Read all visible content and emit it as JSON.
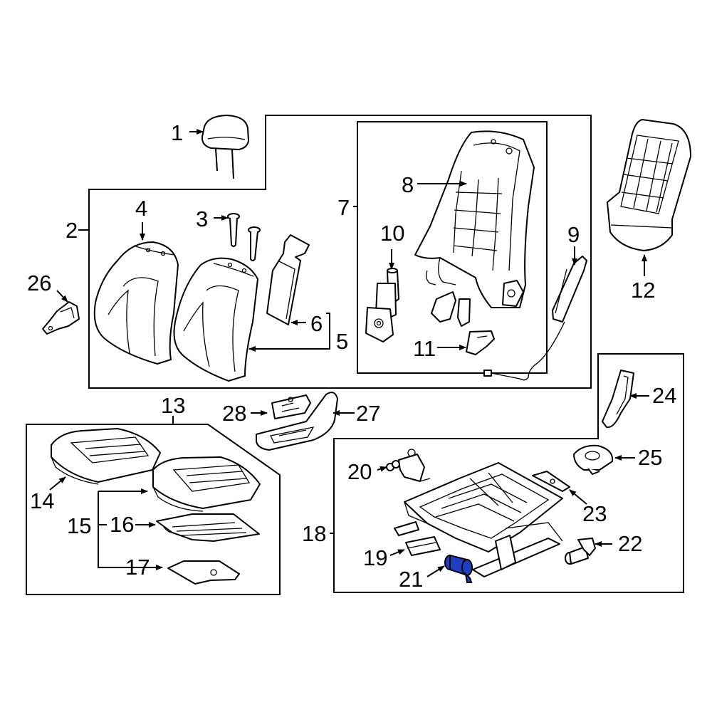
{
  "colors": {
    "line": "#000000",
    "background": "#ffffff",
    "highlight": "#1f3fc4"
  },
  "callouts": {
    "c1": "1",
    "c2": "2",
    "c3": "3",
    "c4": "4",
    "c5": "5",
    "c6": "6",
    "c7": "7",
    "c8": "8",
    "c9": "9",
    "c10": "10",
    "c11": "11",
    "c12": "12",
    "c13": "13",
    "c14": "14",
    "c15": "15",
    "c16": "16",
    "c17": "17",
    "c18": "18",
    "c19": "19",
    "c20": "20",
    "c21": "21",
    "c22": "22",
    "c23": "23",
    "c24": "24",
    "c25": "25",
    "c26": "26",
    "c27": "27",
    "c28": "28"
  },
  "highlighted_part": "21"
}
